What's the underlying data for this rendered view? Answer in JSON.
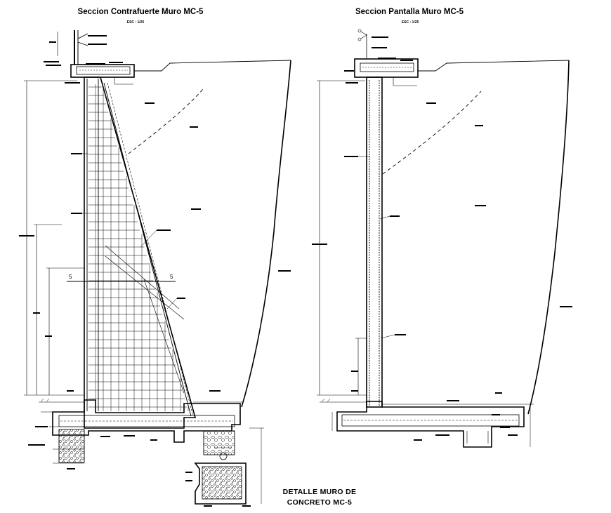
{
  "drawing": {
    "left_title": "Seccion Contrafuerte Muro  MC-5",
    "left_scale": "ESC : 1/25",
    "right_title": "Seccion Pantalla Muro MC-5",
    "right_scale": "ESC : 1/25",
    "bottom_title_line1": "DETALLE MURO DE",
    "bottom_title_line2": "CONCRETO  MC-5",
    "section_mark_left": "5",
    "section_mark_right": "5",
    "line_color": "#000000",
    "background": "#ffffff"
  }
}
